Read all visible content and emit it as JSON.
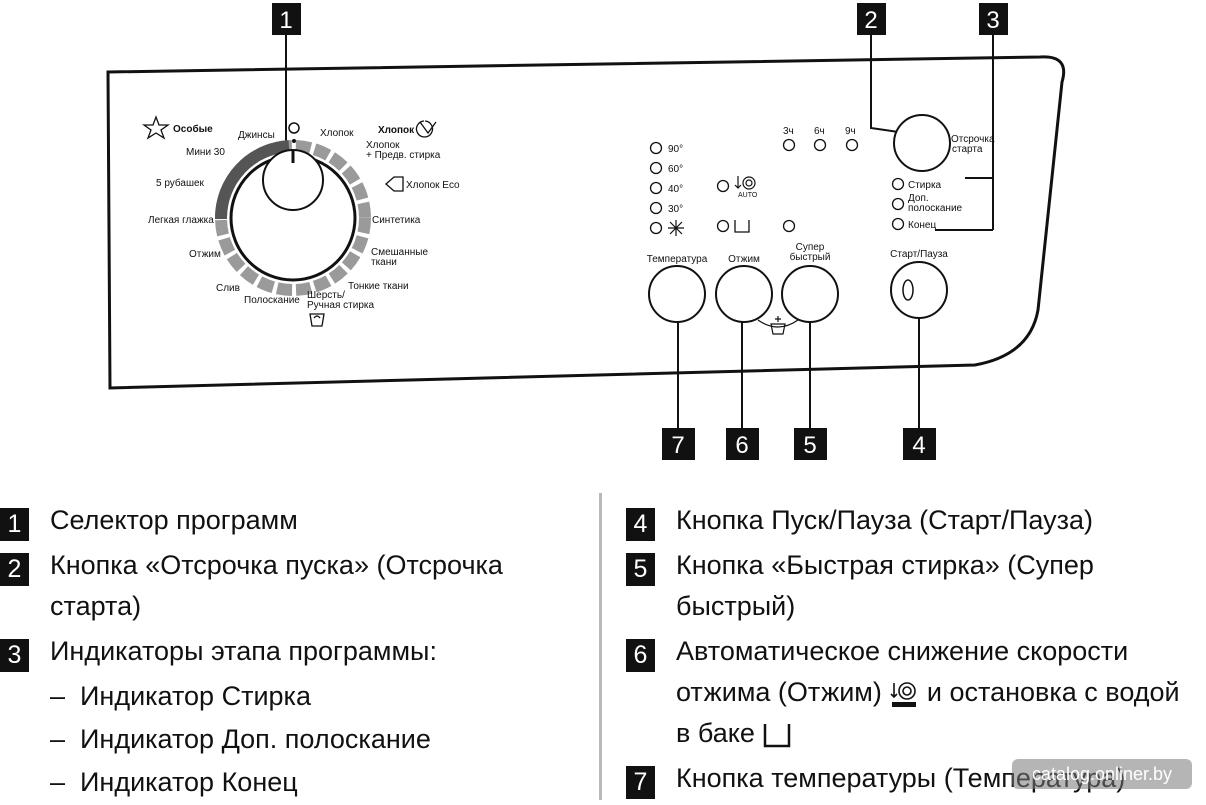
{
  "callouts": [
    "1",
    "2",
    "3",
    "4",
    "5",
    "6",
    "7"
  ],
  "program_dial": {
    "left_group": [
      "Особые",
      "Джинсы",
      "Мини 30",
      "5 рубашек",
      "Легкая глажка",
      "Отжим",
      "Слив",
      "Полоскание"
    ],
    "right_group": [
      "Хлопок",
      "Хлопок",
      "+ Предв. стирка",
      "Хлопок Eco",
      "Синтетика",
      "Смешанные",
      "ткани",
      "Тонкие ткани",
      "Шерсть/",
      "Ручная стирка"
    ]
  },
  "temperature": {
    "options": [
      "90°",
      "60°",
      "40°",
      "30°"
    ],
    "button_label": "Температура"
  },
  "spin": {
    "button_label": "Отжим",
    "auto_label": "AUTO"
  },
  "super_quick": {
    "line1": "Супер",
    "line2": "быстрый"
  },
  "delay": {
    "hours": [
      "3ч",
      "6ч",
      "9ч"
    ],
    "line1": "Отсрочка",
    "line2": "старта"
  },
  "phases": [
    "Стирка",
    "Доп.",
    "полоскание",
    "Конец"
  ],
  "start_pause_label": "Старт/Пауза",
  "legend": {
    "left": [
      {
        "num": "1",
        "text": "Селектор программ"
      },
      {
        "num": "2",
        "text": "Кнопка «Отсрочка пуска» (Отсрочка старта)"
      },
      {
        "num": "3",
        "text": "Индикаторы этапа программы:"
      }
    ],
    "sub_items": [
      "Индикатор Стирка",
      "Индикатор Доп. полоскание",
      "Индикатор Конец"
    ],
    "dash": "–",
    "right": [
      {
        "num": "4",
        "text": "Кнопка Пуск/Пауза (Старт/Пауза)"
      },
      {
        "num": "5",
        "text": "Кнопка «Быстрая стирка» (Супер быстрый)"
      },
      {
        "num": "6",
        "text_a": "Автоматическое снижение скорости отжима (Отжим)",
        "text_b": "и остановка с водой в баке"
      },
      {
        "num": "7",
        "text": "Кнопка температуры (Температура)"
      }
    ]
  },
  "watermark": "catalog.onliner.by"
}
